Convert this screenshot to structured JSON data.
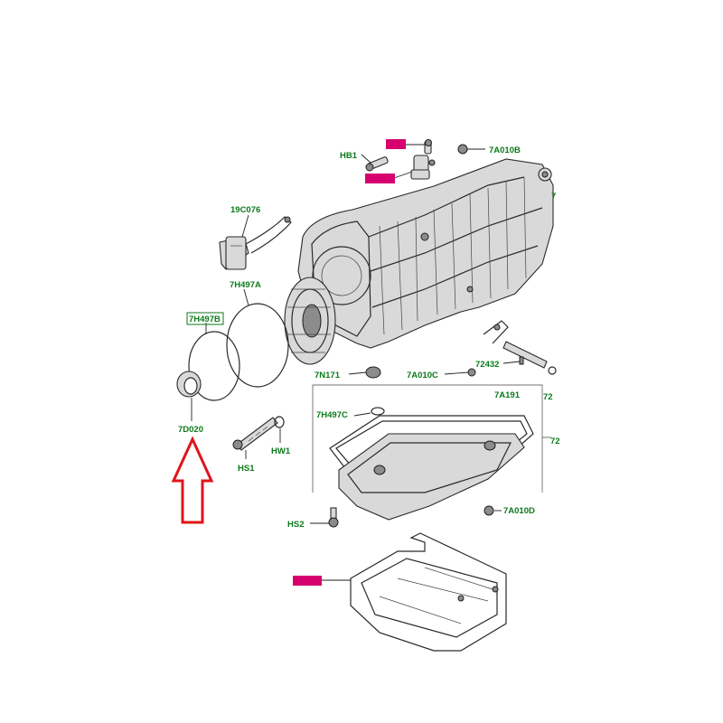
{
  "colors": {
    "label": "#0b7a1a",
    "highlight_fill": "#d6006e",
    "highlight_text": "#3a0a26",
    "arrow": "#e0141a"
  },
  "labels": {
    "hb1": "HB1",
    "a7010b": "7A010B",
    "c19076": "19C076",
    "h497a": "7H497A",
    "h497b": "7H497B",
    "d020": "7D020",
    "n171": "7N171",
    "a010c": "7A010C",
    "n72432": "72432",
    "a191": "7A191",
    "h497c": "7H497C",
    "hw1": "HW1",
    "hs1": "HS1",
    "hs2": "HS2",
    "a010d": "7A010D",
    "edge_7": "7",
    "edge_72a": "72",
    "edge_72b": "72"
  },
  "icons": {
    "arrow": "up-arrow-outline-icon"
  }
}
